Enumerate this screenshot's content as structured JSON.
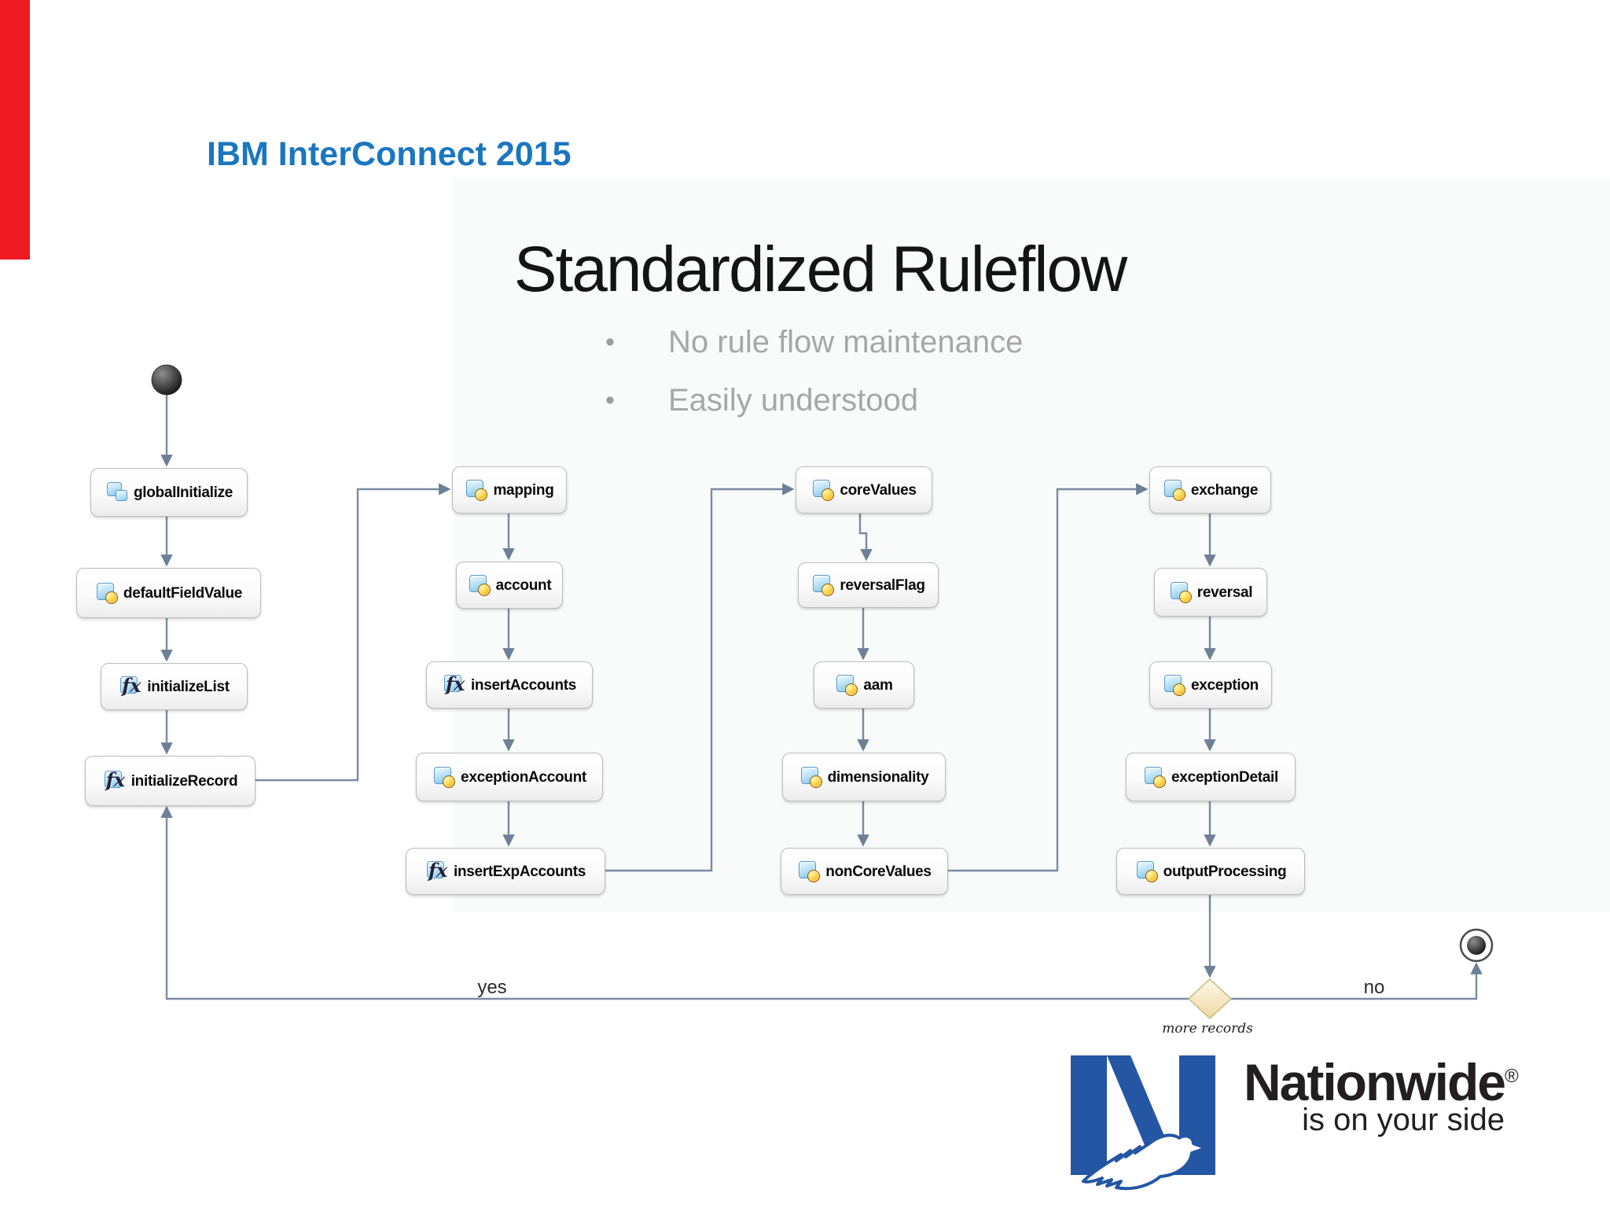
{
  "header": {
    "event_title": "IBM InterConnect 2015"
  },
  "slide": {
    "title": "Standardized Ruleflow",
    "bullets": [
      {
        "text": "No rule flow maintenance"
      },
      {
        "text": "Easily understood"
      }
    ]
  },
  "flow": {
    "nodes": [
      {
        "id": "globalInitialize",
        "label": "globalInitialize",
        "icon": "task"
      },
      {
        "id": "defaultFieldValue",
        "label": "defaultFieldValue",
        "icon": "rule"
      },
      {
        "id": "initializeList",
        "label": "initializeList",
        "icon": "func"
      },
      {
        "id": "initializeRecord",
        "label": "initializeRecord",
        "icon": "func"
      },
      {
        "id": "mapping",
        "label": "mapping",
        "icon": "rule"
      },
      {
        "id": "account",
        "label": "account",
        "icon": "rule"
      },
      {
        "id": "insertAccounts",
        "label": "insertAccounts",
        "icon": "func"
      },
      {
        "id": "exceptionAccount",
        "label": "exceptionAccount",
        "icon": "rule"
      },
      {
        "id": "insertExpAccounts",
        "label": "insertExpAccounts",
        "icon": "func"
      },
      {
        "id": "coreValues",
        "label": "coreValues",
        "icon": "rule"
      },
      {
        "id": "reversalFlag",
        "label": "reversalFlag",
        "icon": "rule"
      },
      {
        "id": "aam",
        "label": "aam",
        "icon": "rule"
      },
      {
        "id": "dimensionality",
        "label": "dimensionality",
        "icon": "rule"
      },
      {
        "id": "nonCoreValues",
        "label": "nonCoreValues",
        "icon": "rule"
      },
      {
        "id": "exchange",
        "label": "exchange",
        "icon": "rule"
      },
      {
        "id": "reversal",
        "label": "reversal",
        "icon": "rule"
      },
      {
        "id": "exception",
        "label": "exception",
        "icon": "rule"
      },
      {
        "id": "exceptionDetail",
        "label": "exceptionDetail",
        "icon": "rule"
      },
      {
        "id": "outputProcessing",
        "label": "outputProcessing",
        "icon": "rule"
      }
    ],
    "labels": {
      "yes": "yes",
      "no": "no",
      "decision": "more records"
    }
  },
  "logo": {
    "brand": "Nationwide",
    "registered": "®",
    "tagline": "is on your side"
  },
  "colors": {
    "accent_red": "#ee1b24",
    "header_blue": "#1b76c0",
    "title_black": "#141414",
    "bullet_gray": "#a7a7a7",
    "connector_gray_blue": "#7a8ba0",
    "diamond_cream": "#f2dfb0",
    "logo_blue": "#2456a4"
  }
}
